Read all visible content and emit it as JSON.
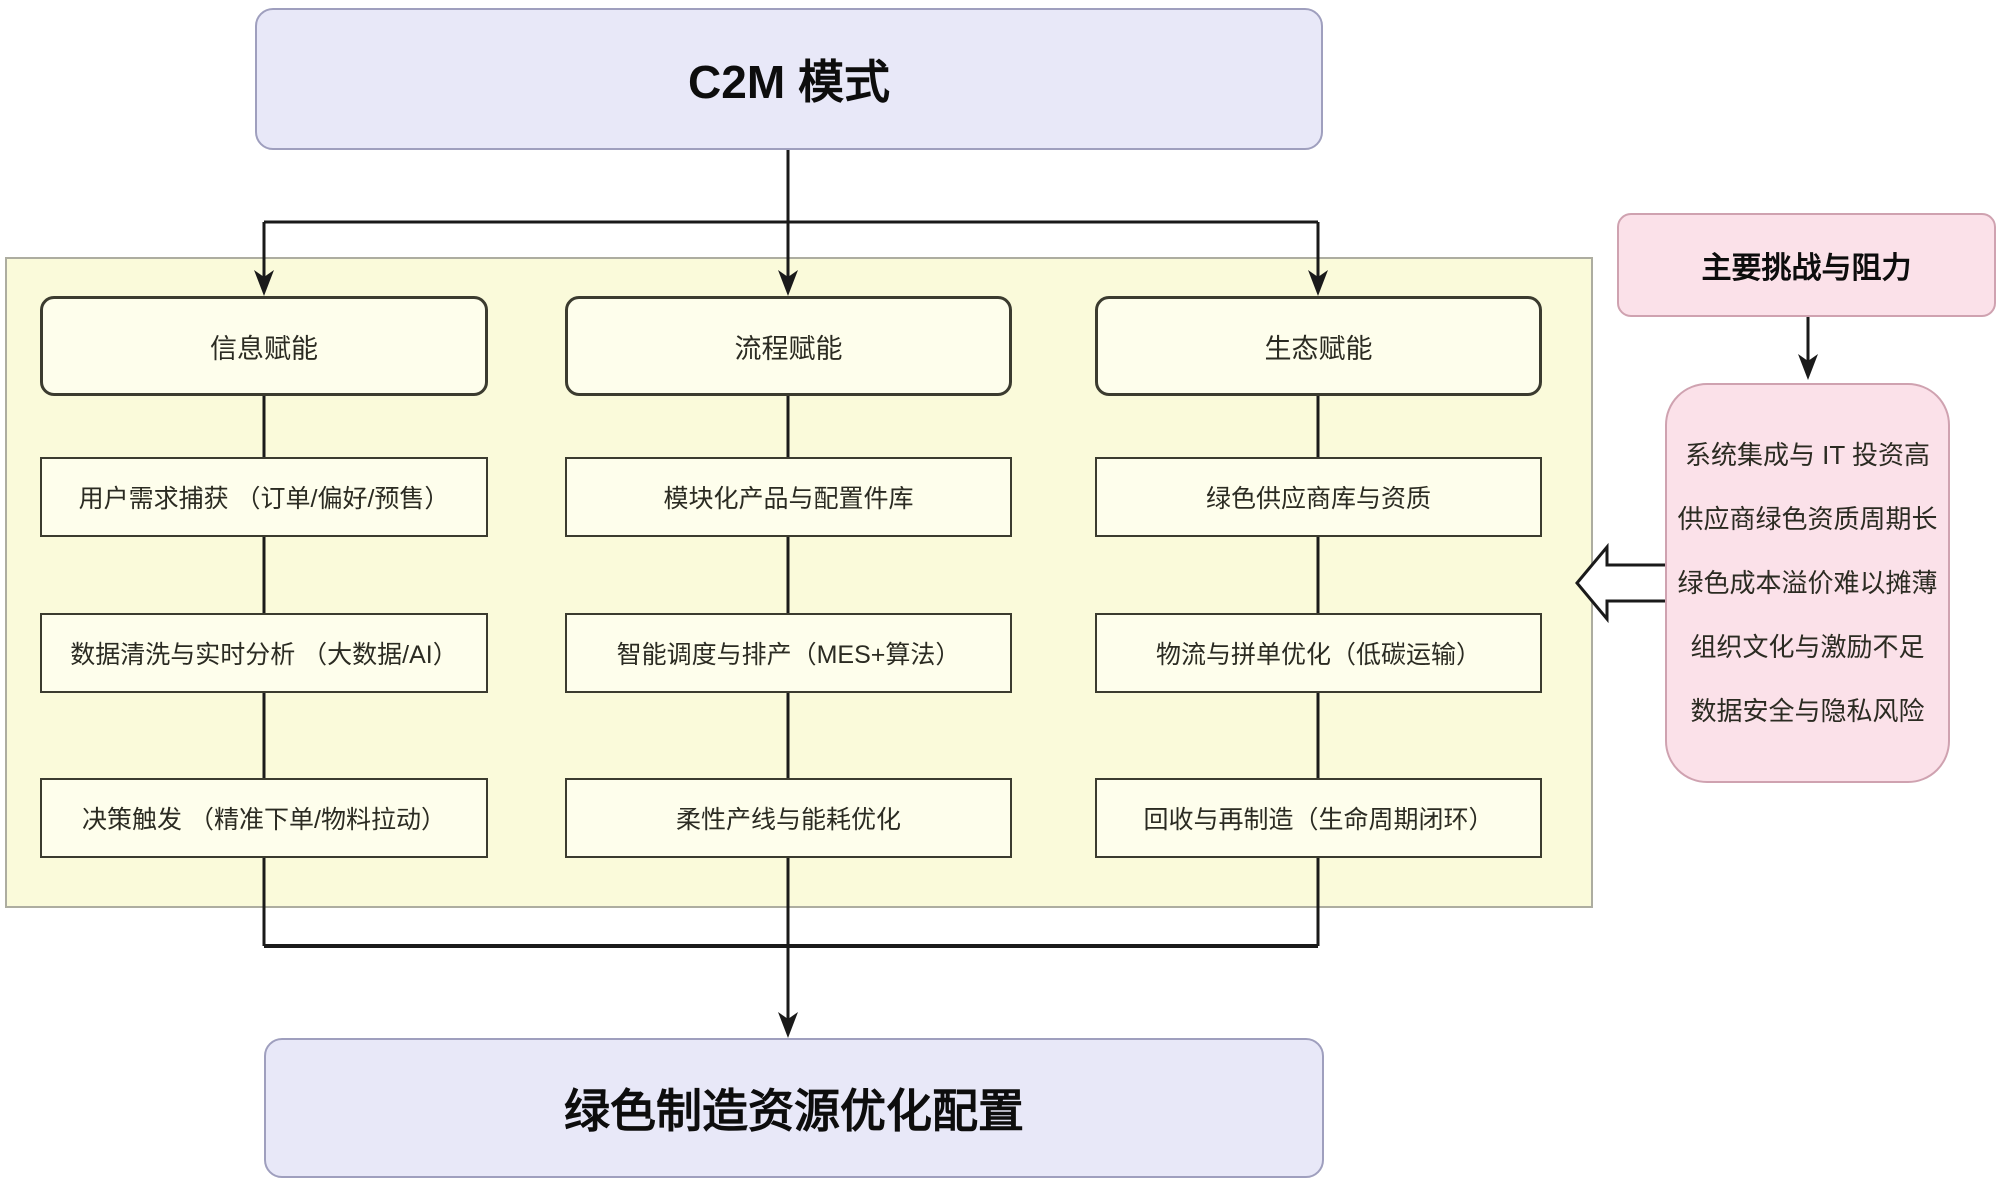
{
  "root": {
    "label": "C2M 模式"
  },
  "columns": [
    {
      "header": "信息赋能",
      "items": [
        "用户需求捕获 （订单/偏好/预售）",
        "数据清洗与实时分析 （大数据/AI）",
        "决策触发 （精准下单/物料拉动）"
      ]
    },
    {
      "header": "流程赋能",
      "items": [
        "模块化产品与配置件库",
        "智能调度与排产（MES+算法）",
        "柔性产线与能耗优化"
      ]
    },
    {
      "header": "生态赋能",
      "items": [
        "绿色供应商库与资质",
        "物流与拼单优化（低碳运输）",
        "回收与再制造（生命周期闭环）"
      ]
    }
  ],
  "outcome": {
    "label": "绿色制造资源优化配置"
  },
  "challenges": {
    "header": "主要挑战与阻力",
    "items": [
      "系统集成与 IT 投资高",
      "供应商绿色资质周期长",
      "绿色成本溢价难以摊薄",
      "组织文化与激励不足",
      "数据安全与隐私风险"
    ]
  },
  "colors": {
    "lavender_fill": "#E8E8F8",
    "lavender_border": "#9F9FBE",
    "panel_fill": "#FAFADA",
    "panel_border": "#ADADA0",
    "box_fill": "#FEFEEC",
    "box_border": "#3B3B2F",
    "pink_fill": "#FBE1E9",
    "pink_border": "#CFA2B0",
    "line": "#1A1A1A"
  }
}
